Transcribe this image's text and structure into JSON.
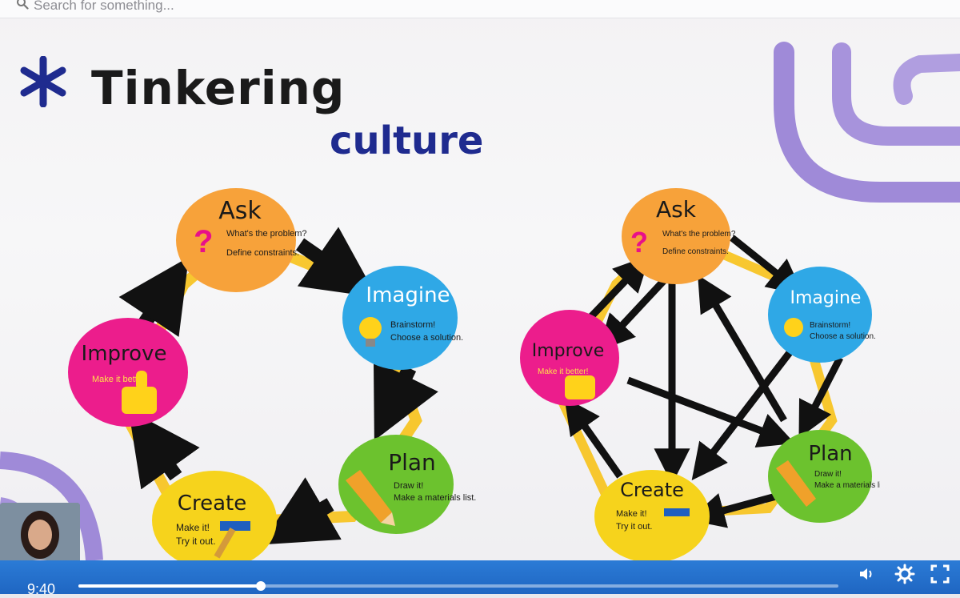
{
  "search": {
    "placeholder": "Search for something..."
  },
  "slide": {
    "title_line1": "Tinkering",
    "title_line2": "culture"
  },
  "cycle": {
    "nodes": [
      {
        "key": "ask",
        "title": "Ask",
        "icon": "question-mark-icon",
        "color": "#f7a23a",
        "bullets": [
          "What's the problem?",
          "Define constraints."
        ]
      },
      {
        "key": "imagine",
        "title": "Imagine",
        "icon": "lightbulb-icon",
        "color": "#2fa8e6",
        "bullets": [
          "Brainstorm!",
          "Choose a solution."
        ]
      },
      {
        "key": "plan",
        "title": "Plan",
        "icon": "pencil-icon",
        "color": "#6cc22e",
        "bullets": [
          "Draw it!",
          "Make a materials list."
        ]
      },
      {
        "key": "create",
        "title": "Create",
        "icon": "hammer-icon",
        "color": "#f6d31c",
        "bullets": [
          "Make it!",
          "Try it out."
        ]
      },
      {
        "key": "improve",
        "title": "Improve",
        "icon": "thumbs-up-icon",
        "color": "#ec1d8c",
        "bullets": [
          "Make it better!"
        ]
      }
    ]
  },
  "video": {
    "time": "9:40",
    "progress": 0.24,
    "controls": [
      "volume-icon",
      "settings-icon",
      "fullscreen-icon"
    ]
  },
  "colors": {
    "accent_purple": "#9a86d6",
    "title_blue": "#1f2b8f",
    "bar_blue": "#2b7bd6"
  }
}
